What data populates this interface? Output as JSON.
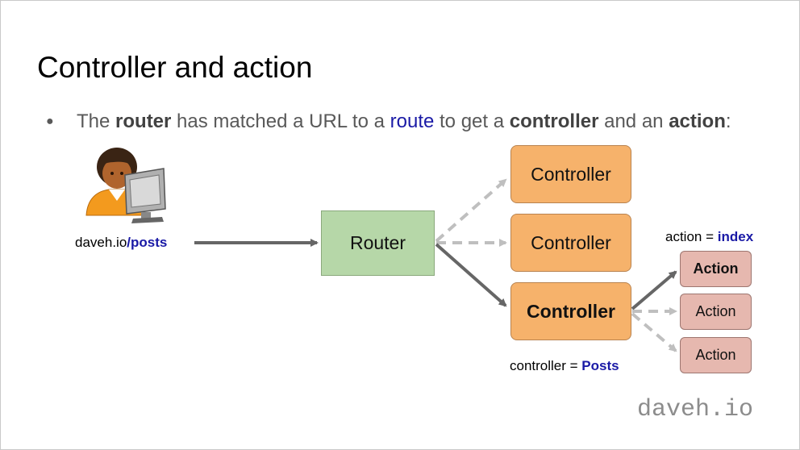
{
  "slide": {
    "title": "Controller and action",
    "bullet": {
      "pre1": "The ",
      "router_word": "router",
      "mid1": " has matched a URL to a ",
      "route_word": "route",
      "mid2": " to get a ",
      "controller_word": "controller",
      "mid3": " and an ",
      "action_word": "action",
      "end": ":"
    },
    "url": {
      "host": "daveh.io",
      "path": "/posts"
    },
    "router_label": "Router",
    "controllers": [
      "Controller",
      "Controller",
      "Controller"
    ],
    "selected_controller_index": 2,
    "controller_caption": {
      "prefix": "controller = ",
      "value": "Posts"
    },
    "actions": [
      "Action",
      "Action",
      "Action"
    ],
    "selected_action_index": 0,
    "action_caption": {
      "prefix": "action = ",
      "value": "index"
    },
    "watermark": "daveh.io"
  },
  "colors": {
    "controller_fill": "#f6b26b",
    "router_fill": "#b6d7a8",
    "action_fill": "#e6b8af",
    "arrow_solid": "#666666",
    "arrow_dashed": "#bfbfbf",
    "accent_blue": "#1a1aa6"
  }
}
